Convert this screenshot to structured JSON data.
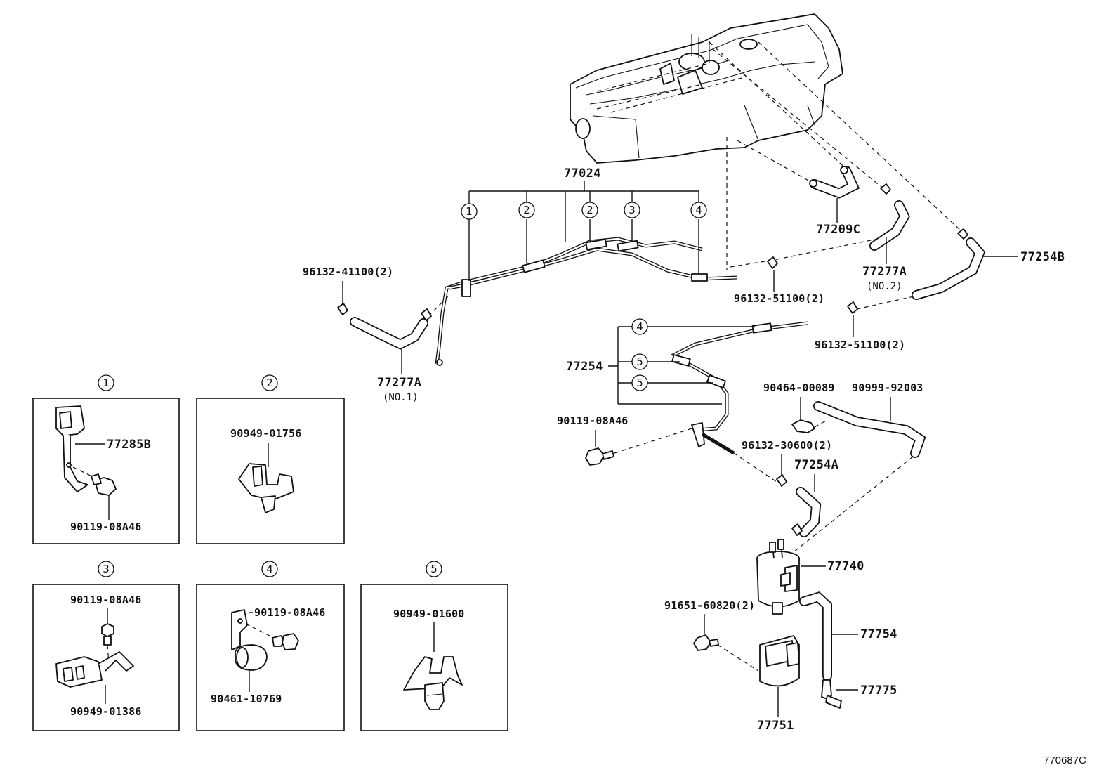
{
  "diagram_code": "770687C",
  "main_labels": {
    "tube_assy": "77024",
    "hose_77209c": "77209C",
    "hose_77254b": "77254B",
    "hose_77277a_no2": "77277A",
    "note_no2": "(NO.2)",
    "hose_77277a_no1": "77277A",
    "note_no1": "(NO.1)",
    "clamp_41100": "96132-41100(2)",
    "clamp_51100_a": "96132-51100(2)",
    "clamp_51100_b": "96132-51100(2)",
    "tube_77254": "77254",
    "bolt_main": "90119-08A46",
    "clamp_90464": "90464-00089",
    "hose_90999": "90999-92003",
    "clamp_30600": "96132-30600(2)",
    "hose_77254a": "77254A",
    "canister_77740": "77740",
    "bolt_91651": "91651-60820(2)",
    "hose_77754": "77754",
    "connector_77775": "77775",
    "bracket_77751": "77751"
  },
  "callout_numbers": [
    "1",
    "2",
    "2",
    "3",
    "4"
  ],
  "callout_77254": [
    "4",
    "5",
    "5"
  ],
  "detail_boxes": [
    {
      "num": "1",
      "labels": [
        "77285B",
        "90119-08A46"
      ]
    },
    {
      "num": "2",
      "labels": [
        "90949-01756"
      ]
    },
    {
      "num": "3",
      "labels": [
        "90119-08A46",
        "90949-01386"
      ]
    },
    {
      "num": "4",
      "labels": [
        "90119-08A46",
        "90461-10769"
      ]
    },
    {
      "num": "5",
      "labels": [
        "90949-01600"
      ]
    }
  ]
}
